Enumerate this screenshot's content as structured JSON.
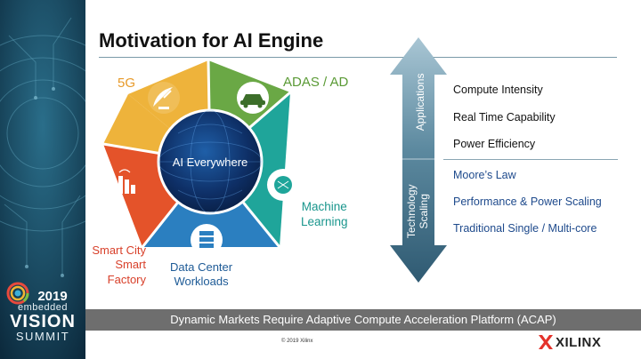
{
  "slide": {
    "title": "Motivation for AI Engine",
    "banner": "Dynamic Markets Require Adaptive Compute Acceleration Platform (ACAP)",
    "copyright": "© 2019 Xilinx",
    "brand": "XILINX"
  },
  "sidebar": {
    "year": "2019",
    "line1": "embedded",
    "line2": "VISION",
    "line3": "SUMMIT"
  },
  "diagram": {
    "center": "AI Everywhere",
    "segments": [
      {
        "label": "5G",
        "color": "#eeb33b",
        "label_color": "#e79a2a",
        "icon": "satellite-dish-icon"
      },
      {
        "label": "ADAS / AD",
        "color": "#6aa845",
        "label_color": "#5a9a35",
        "icon": "car-icon"
      },
      {
        "label": "Machine\nLearning",
        "color": "#1fa59a",
        "label_color": "#1a968d",
        "icon": "brain-icon"
      },
      {
        "label": "Data Center\nWorkloads",
        "color": "#2b7fc0",
        "label_color": "#1d5a96",
        "icon": "server-icon"
      },
      {
        "label": "Smart City\nSmart\nFactory",
        "color": "#e4532a",
        "label_color": "#d8402a",
        "icon": "city-icon"
      }
    ]
  },
  "arrow": {
    "top_label": "Applications",
    "bottom_label": "Technology\nScaling"
  },
  "applications": [
    "Compute Intensity",
    "Real Time Capability",
    "Power Efficiency"
  ],
  "technology": [
    "Moore’s Law",
    "Performance & Power Scaling",
    "Traditional Single / Multi-core"
  ]
}
